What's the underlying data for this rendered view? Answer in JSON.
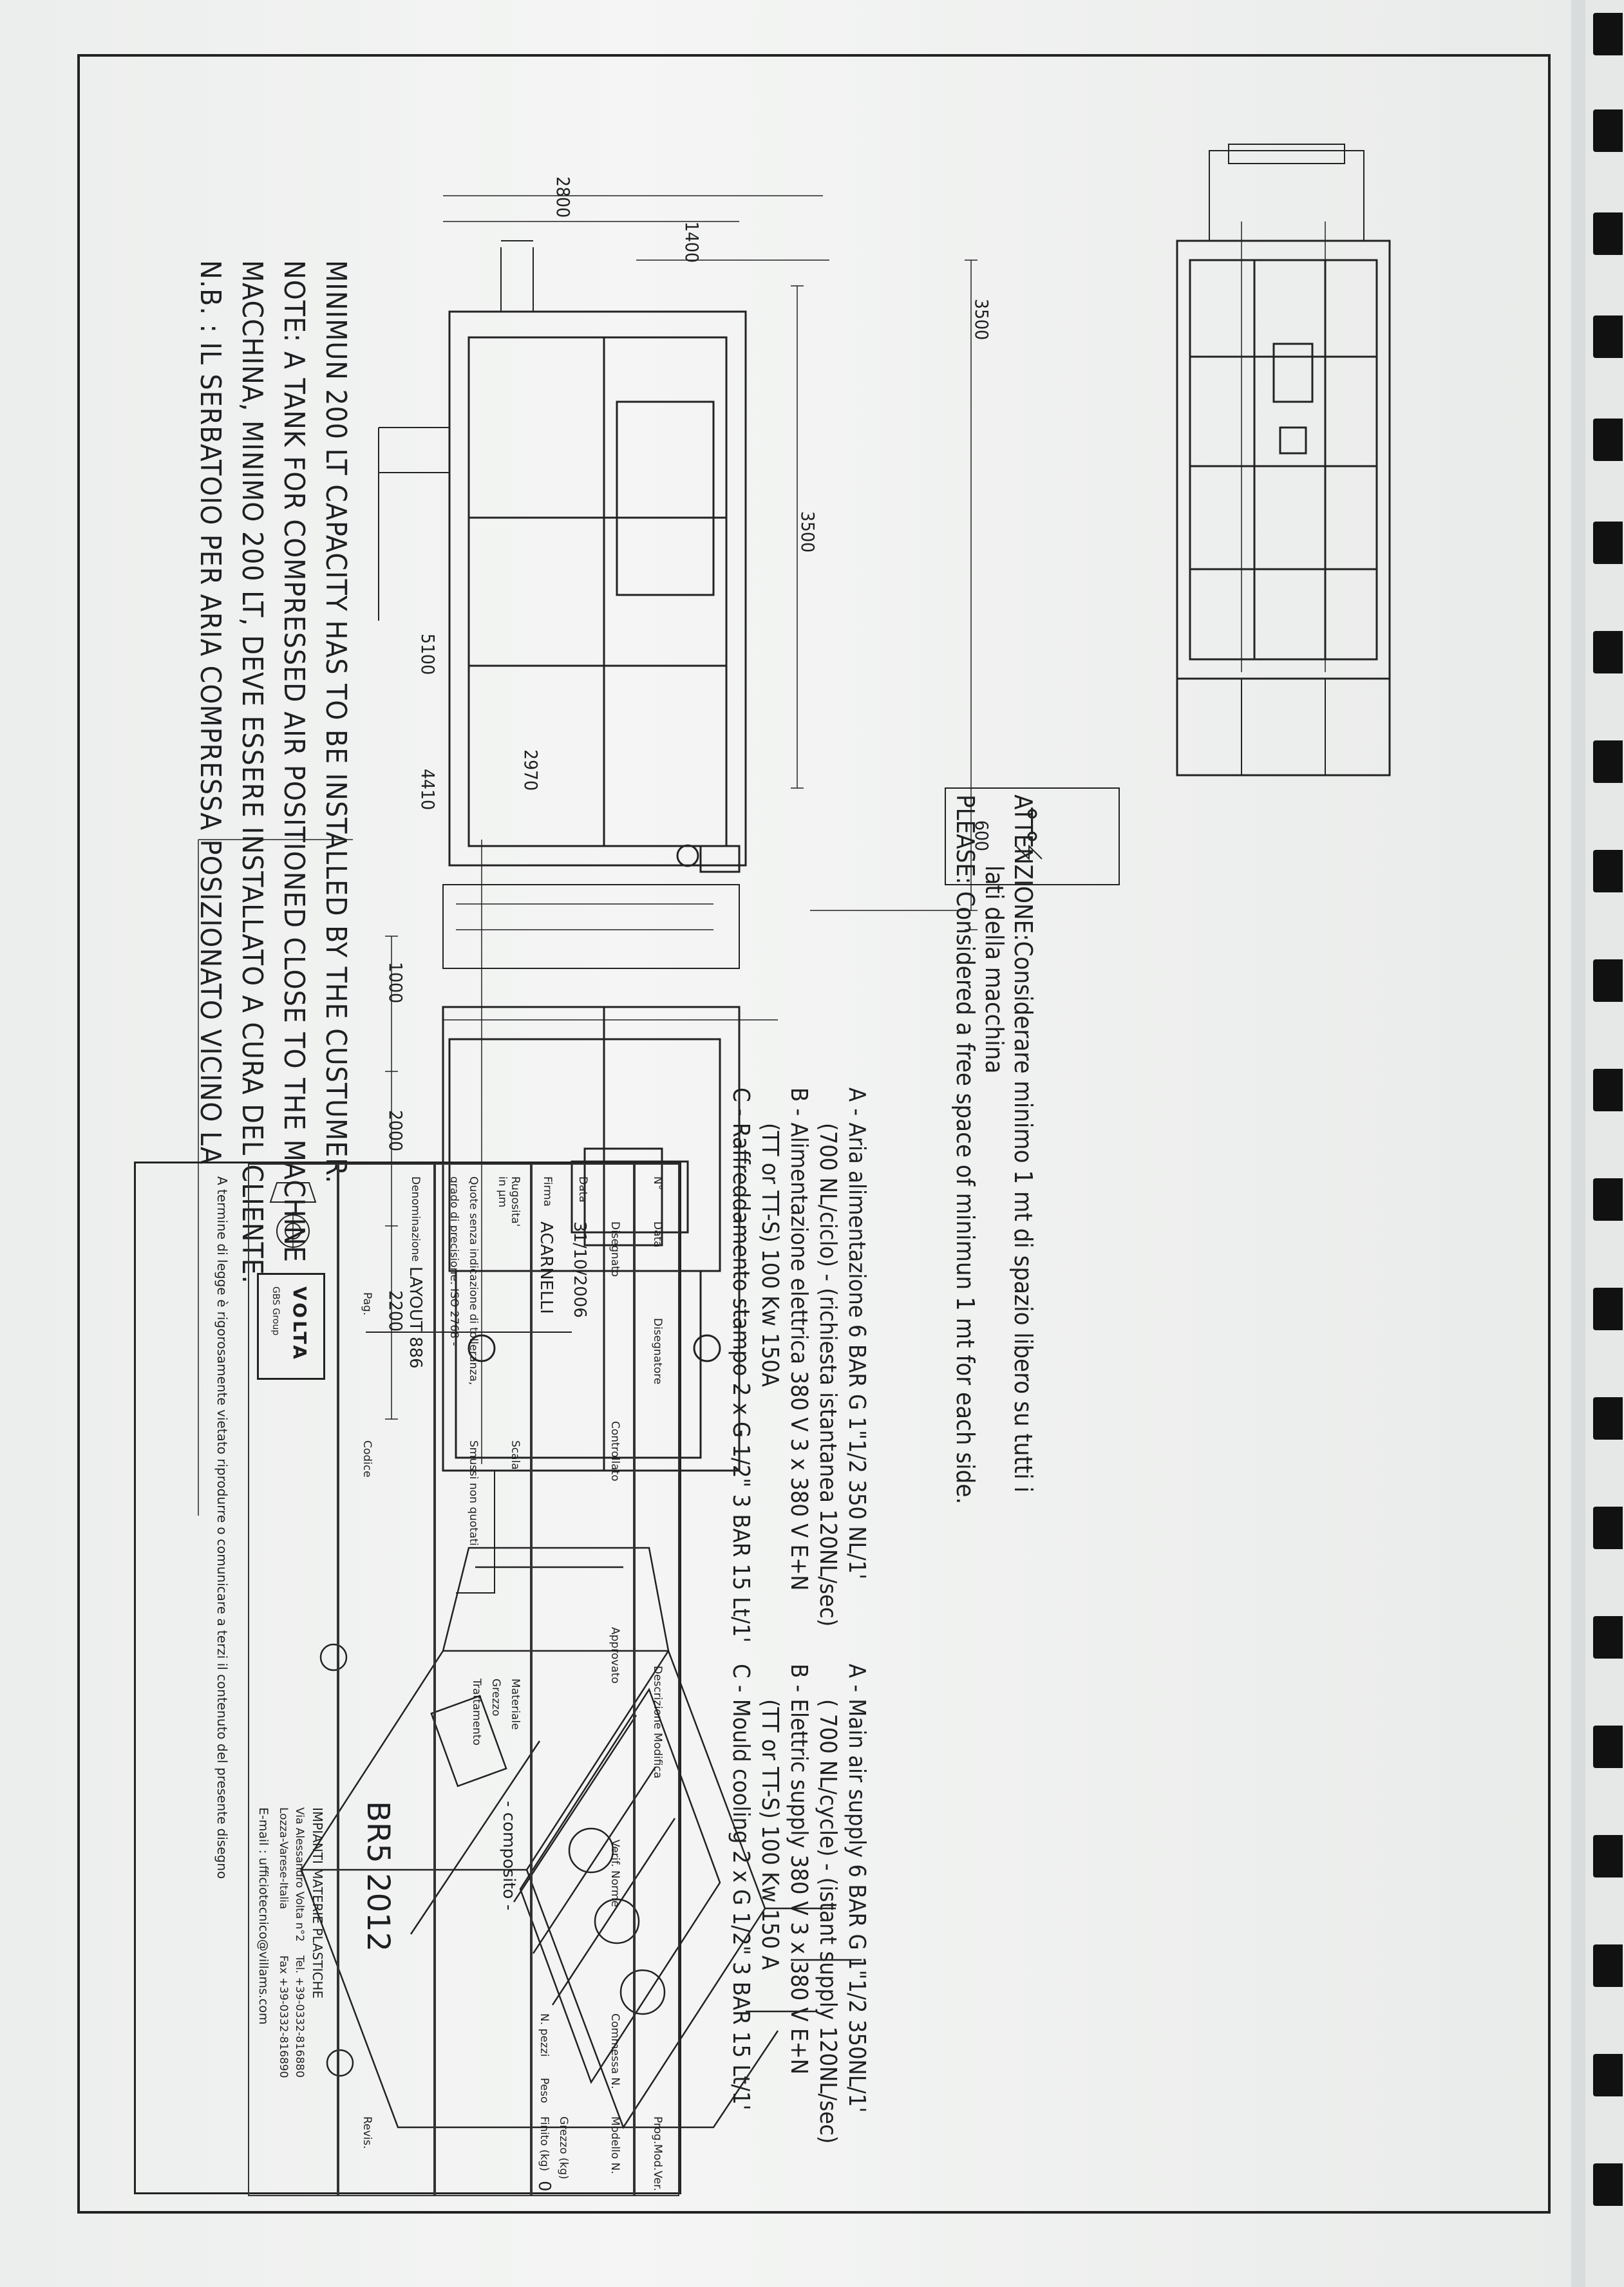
{
  "notes": {
    "it_line1": "N.B. : IL SERBATOIO PER ARIA COMPRESSA POSIZIONATO VICINO LA",
    "it_line2": "MACCHINA, MINIMO 200 LT, DEVE ESSERE INSTALLATO A CURA DEL CLIENTE.",
    "en_line1": "NOTE: A TANK FOR COMPRESSED AIR POSITIONED CLOSE TO THE MACHINE",
    "en_line2": "MINIMUN 200 LT CAPACITY HAS TO BE INSTALLED BY THE CUSTUMER."
  },
  "attention": {
    "it_line1": "ATTENZIONE:Considerare minimo 1 mt  di spazio libero su tutti i",
    "it_line2": "lati della macchina",
    "en_line1": "PLEASE: Considered a free space of minimun 1 mt for each side."
  },
  "specs_it": [
    "A - Aria alimentazione 6 BAR G 1\"1/2  350 NL/1'",
    "(700 NL/ciclo) - (richiesta istantanea  120NL/sec)",
    "B - Alimentazione elettrica 380 V 3 x 380 V E+N",
    "(TT or TT-S) 100 Kw 150A",
    "C - Raffreddamento stampo 2 x G 1/2\" 3 BAR 15 Lt/1'"
  ],
  "specs_en": [
    "A - Main air supply 6 BAR G 1\"1/2 350NL/1'",
    "( 700 NL/cycle) - (istant supply 120NL/sec)",
    "B - Elettric supply 380 V 3 x 380 V E+N",
    "(TT or TT-S) 100 Kw 150 A",
    "C - Mould cooling 2 x G 1/2\" 3 BAR 15 Lt/1'"
  ],
  "dimensions": {
    "plan_top_total": "2800",
    "plan_top_half": "1400",
    "plan_height": "3500",
    "plan_height_left": "3500",
    "plan_width": "5100",
    "plan_offset": "600",
    "side_total": "4410",
    "side_partial": "2970",
    "side_seg1": "1000",
    "side_seg2": "2000",
    "side_seg3": "2200"
  },
  "title_block": {
    "hdr_no": "N°",
    "hdr_data": "Data",
    "hdr_disegnatore": "Disegnatore",
    "hdr_descrizione": "Descrizione Modifica",
    "hdr_prog": "Prog.Mod.Ver.",
    "lbl_disegnato": "Disegnato",
    "lbl_controllato": "Controllato",
    "lbl_approvato": "Approvato",
    "lbl_vert_norme": "Verif. Norme",
    "lbl_commessa": "Commessa N.",
    "lbl_modello": "Modello N.",
    "lbl_data": "Data",
    "val_data": "31/10/2006",
    "lbl_firma": "Firma",
    "val_firma": "ACARNELLI",
    "lbl_npezzi": "N. pezzi",
    "lbl_peso": "Peso",
    "lbl_grezzo_kg": "Grezzo (kg)",
    "lbl_finito_kg": "Finito (kg)",
    "val_finito_kg": "0",
    "lbl_rugosita": "Rugosita'",
    "lbl_inum": "in μm",
    "lbl_scala": "Scala",
    "lbl_materiale": "Materiale",
    "val_materiale": "- composito -",
    "lbl_grezzo": "Grezzo",
    "lbl_trattamento": "Trattamento",
    "lbl_quote": "Quote senza indicazione di tolleranza,",
    "lbl_grado": "grado di precisione:  ISO 2768 -",
    "lbl_smussi": "Smussi non quotati",
    "lbl_denominazione": "Denominazione",
    "val_denominazione": "LAYOUT 886",
    "val_title": "BR5 2012",
    "lbl_pag": "Pag.",
    "lbl_codice": "Codice",
    "lbl_revis": "Revis.",
    "company_name": "IMPIANTI MATERIE PLASTICHE",
    "company_addr": "Via Alessandro Volta n°2",
    "company_city": "Lozza-Varese-Italia",
    "company_tel": "Tel. +39-0332-816880",
    "company_fax": "Fax +39-0332-816890",
    "company_email": "E-mail : ufficiotecnico@villams.com",
    "logo_text": "VOLTA",
    "logo_sub": "GBS Group",
    "legal": "A termine di legge è rigorosamente vietato riprodurre o comunicare a terzi il contenuto del presente disegno"
  },
  "colors": {
    "ink": "#1e1f22",
    "paper": "#f1f2f1",
    "binding_ring": "#111111"
  }
}
